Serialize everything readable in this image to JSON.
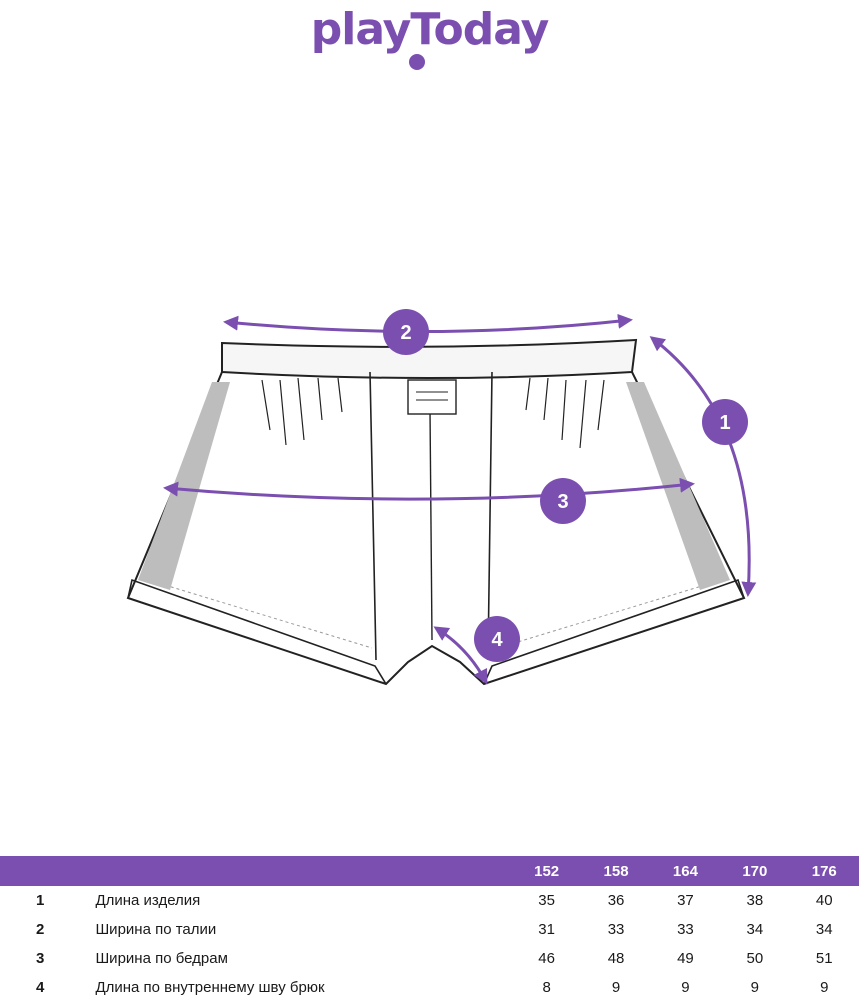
{
  "brand": {
    "name": "playToday",
    "color": "#7b4fb0"
  },
  "markers": [
    {
      "number": "1",
      "label": "Длина изделия"
    },
    {
      "number": "2",
      "label": "Ширина по талии"
    },
    {
      "number": "3",
      "label": "Ширина по бедрам"
    },
    {
      "number": "4",
      "label": "Длина по внутреннему шву брюк"
    }
  ],
  "table": {
    "sizes": [
      "152",
      "158",
      "164",
      "170",
      "176"
    ],
    "rows": [
      {
        "num": "1",
        "label": "Длина изделия",
        "values": [
          "35",
          "36",
          "37",
          "38",
          "40"
        ]
      },
      {
        "num": "2",
        "label": "Ширина по талии",
        "values": [
          "31",
          "33",
          "33",
          "34",
          "34"
        ]
      },
      {
        "num": "3",
        "label": "Ширина по бедрам",
        "values": [
          "46",
          "48",
          "49",
          "50",
          "51"
        ]
      },
      {
        "num": "4",
        "label": "Длина по внутреннему шву брюк",
        "values": [
          "8",
          "9",
          "9",
          "9",
          "9"
        ]
      }
    ]
  }
}
